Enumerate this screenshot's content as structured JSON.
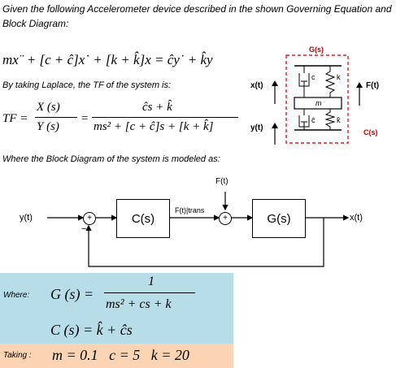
{
  "intro": "Given the following Accelerometer device described in the shown Governing Equation and Block Diagram:",
  "governing_equation": "mx¨ + [c + ĉ]x˙ + [k + k̂]x = ĉy˙ + k̂y",
  "laplace_text": "By taking Laplace, the TF of the system is:",
  "tf": {
    "lhs": "TF =",
    "num_left": "X (s)",
    "den_left": "Y (s)",
    "eq": "=",
    "num_right": "ĉs + k̂",
    "den_right": "ms² + [c + ĉ]s + [k + k̂]"
  },
  "modeled_text": "Where the Block Diagram of the system is modeled as:",
  "mech": {
    "title": "G(s)",
    "xt": "x(t)",
    "yt": "y(t)",
    "ft": "F(t)",
    "cs": "C(s)",
    "c": "c",
    "k": "k",
    "m": "m",
    "chat": "ĉ",
    "khat": "k̂"
  },
  "block": {
    "input": "y(t)",
    "output": "x(t)",
    "c_block": "C(s)",
    "g_block": "G(s)",
    "ftrans": "F(t)|trans",
    "f_input": "F(t)",
    "plus": "+",
    "minus": "−"
  },
  "where": {
    "label": "Where:",
    "g_lhs": "G (s) =",
    "g_num": "1",
    "g_den": "ms² + cs + k",
    "c_eq": "C (s) = k̂ + ĉs"
  },
  "taking": {
    "label": "Taking :",
    "values": "m = 0.1   c = 5   k = 20"
  },
  "colors": {
    "where_band": "#b7dde8",
    "taking_band": "#fbd4b4",
    "dashed_box": "#e02020",
    "label_red": "#c00000"
  }
}
